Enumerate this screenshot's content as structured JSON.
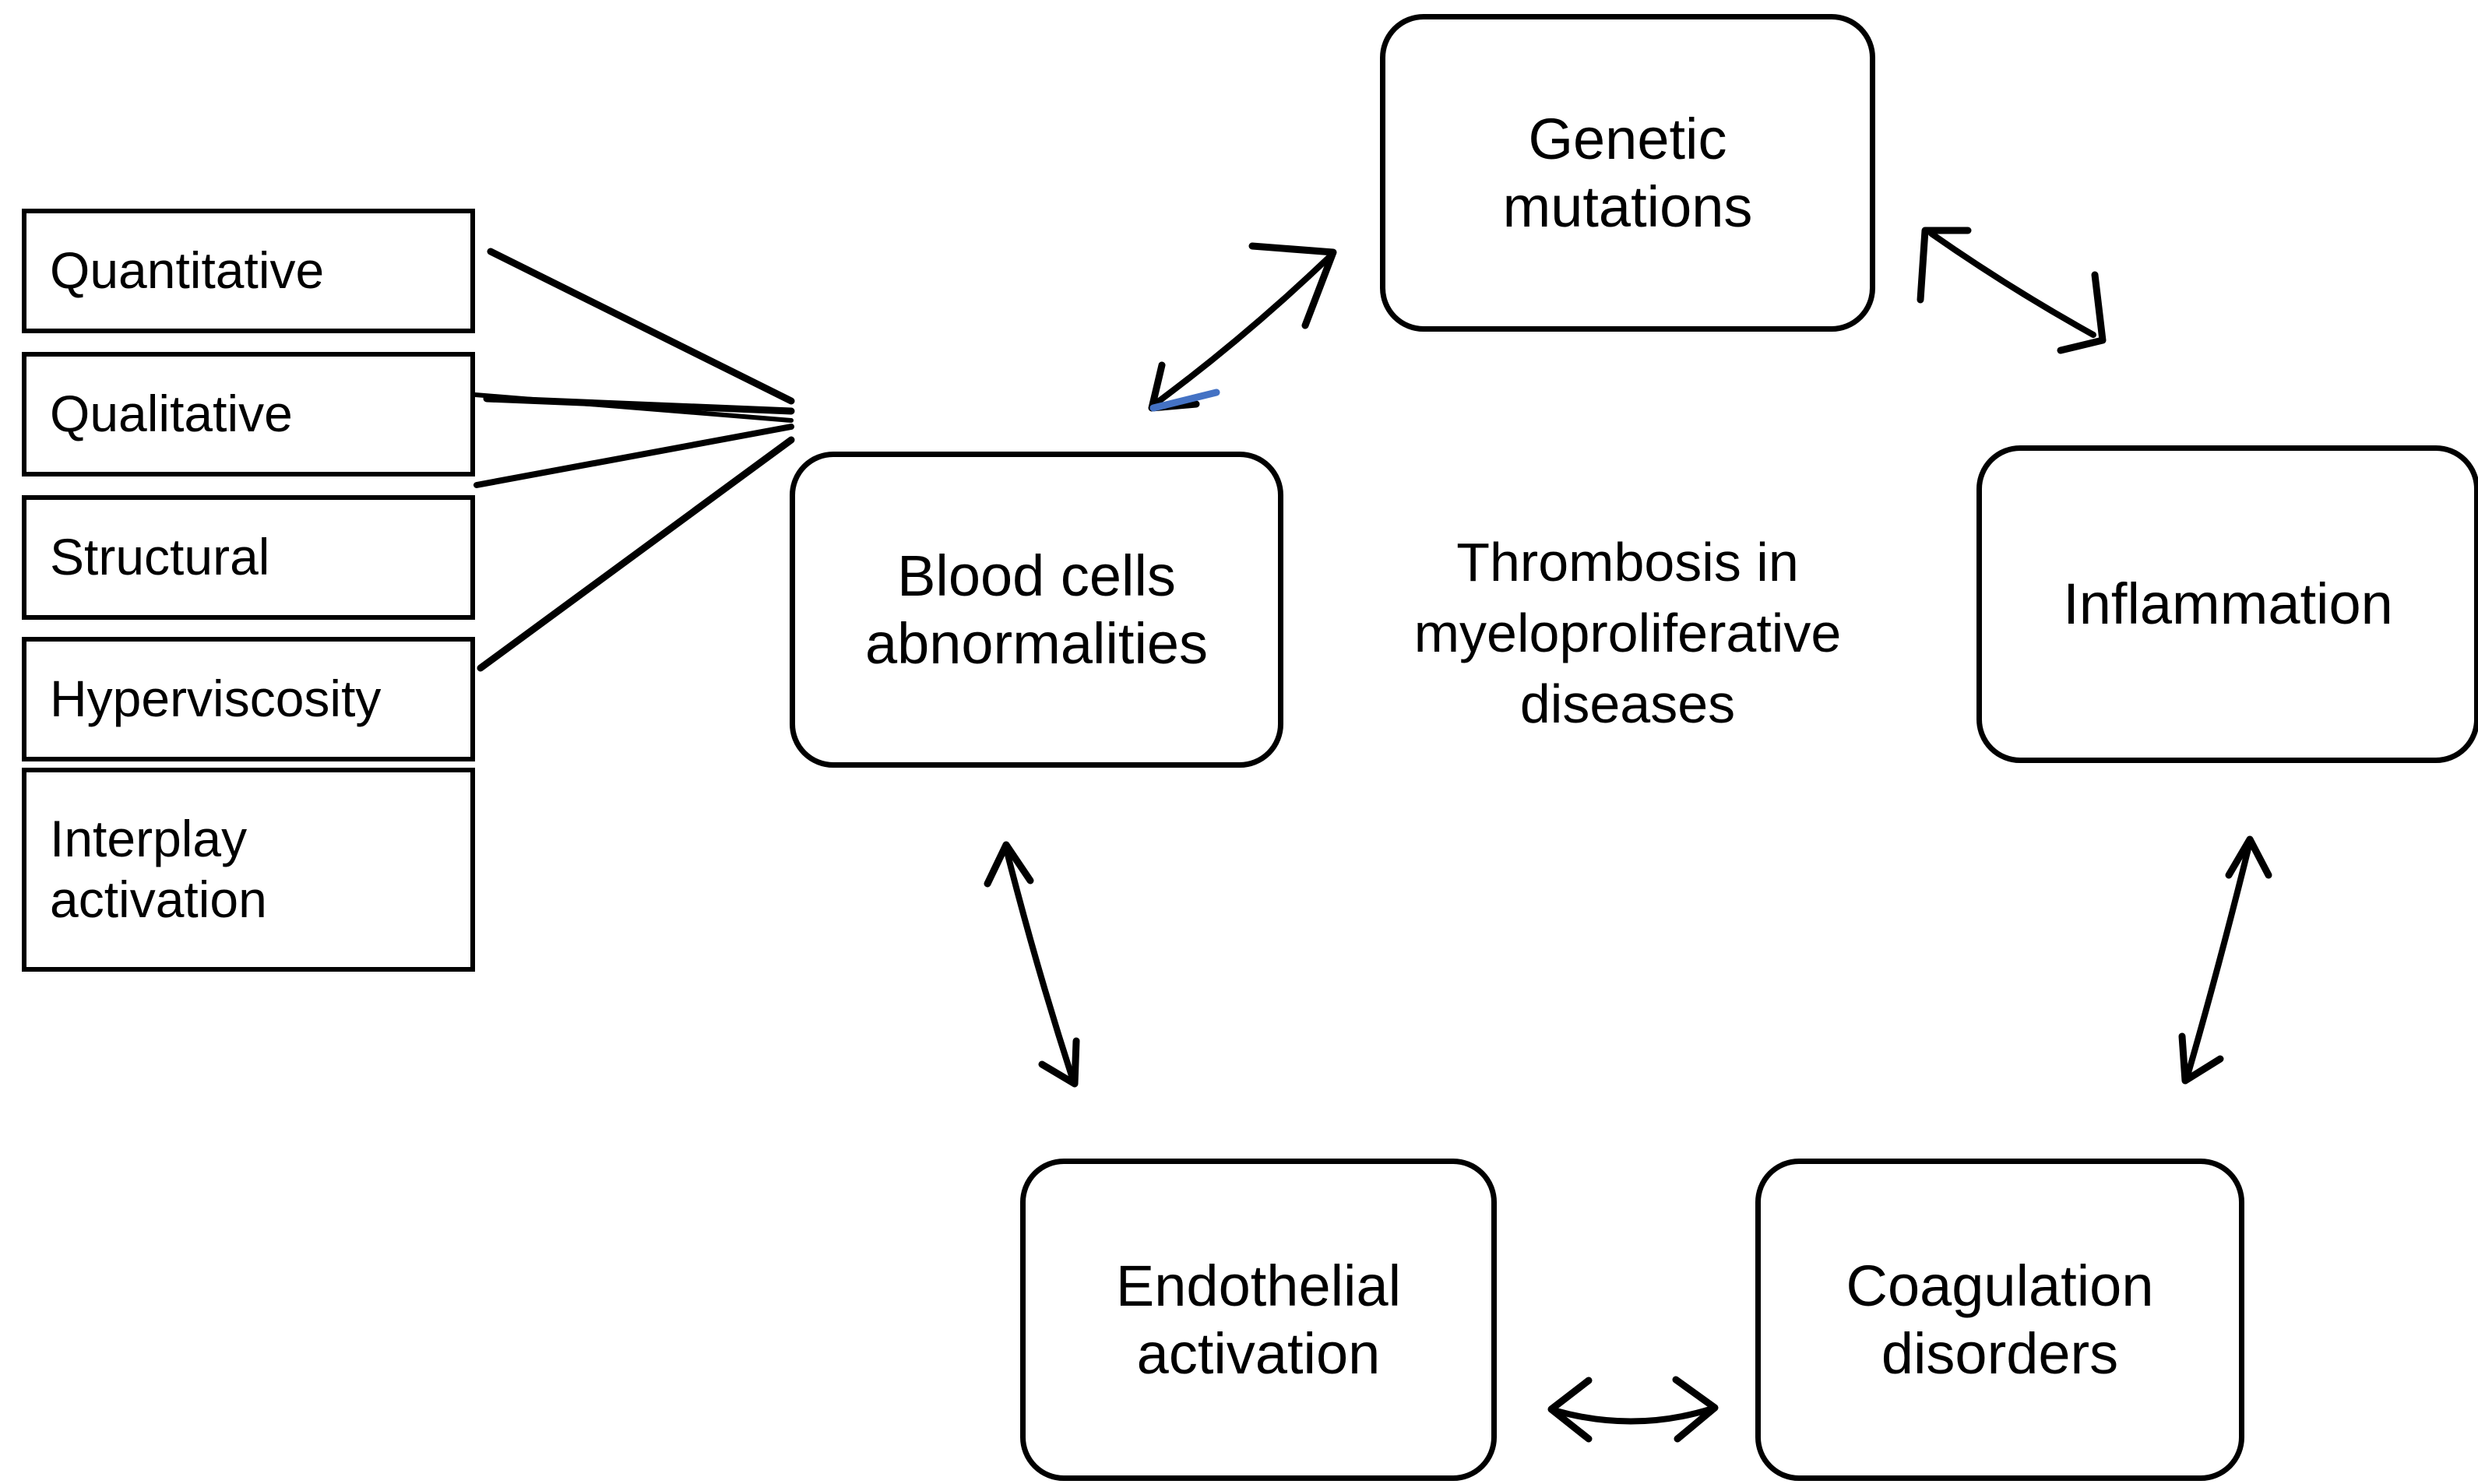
{
  "diagram": {
    "title": "Thrombosis in myeloproliferative diseases",
    "center_caption": "Thrombosis in\nmyeloproliferative\ndiseases",
    "background_color": "#ffffff",
    "stroke_color": "#000000",
    "accent_color": "#4472C4",
    "type": "cycle-with-contributing-factors"
  },
  "cycle_nodes": [
    {
      "id": "genetic-mutations",
      "label": "Genetic\nmutations",
      "shape": "rounded-rectangle"
    },
    {
      "id": "inflammation",
      "label": "Inflammation",
      "shape": "rounded-rectangle"
    },
    {
      "id": "coagulation-disorders",
      "label": "Coagulation\ndisorders",
      "shape": "rounded-rectangle"
    },
    {
      "id": "endothelial-activation",
      "label": "Endothelial\nactivation",
      "shape": "rounded-rectangle"
    },
    {
      "id": "blood-cells-abnormalities",
      "label": "Blood cells\nabnormalities",
      "shape": "rounded-rectangle"
    }
  ],
  "factor_nodes": [
    {
      "id": "quantitative",
      "label": "Quantitative",
      "shape": "rectangle"
    },
    {
      "id": "qualitative",
      "label": "Qualitative",
      "shape": "rectangle"
    },
    {
      "id": "structural",
      "label": "Structural",
      "shape": "rectangle"
    },
    {
      "id": "hyperviscosity",
      "label": "Hyperviscosity",
      "shape": "rectangle"
    },
    {
      "id": "interplay-activation",
      "label": "Interplay\nactivation",
      "shape": "rectangle"
    }
  ],
  "connectors": [
    {
      "from": "blood-cells-abnormalities",
      "to": "genetic-mutations",
      "style": "double-arrow-curved"
    },
    {
      "from": "genetic-mutations",
      "to": "inflammation",
      "style": "double-arrow-curved"
    },
    {
      "from": "inflammation",
      "to": "coagulation-disorders",
      "style": "double-arrow-curved"
    },
    {
      "from": "coagulation-disorders",
      "to": "endothelial-activation",
      "style": "double-arrow-curved"
    },
    {
      "from": "endothelial-activation",
      "to": "blood-cells-abnormalities",
      "style": "double-arrow-curved"
    },
    {
      "from": "quantitative",
      "to": "blood-cells-abnormalities",
      "style": "plain-line"
    },
    {
      "from": "qualitative",
      "to": "blood-cells-abnormalities",
      "style": "plain-line"
    },
    {
      "from": "structural",
      "to": "blood-cells-abnormalities",
      "style": "plain-line"
    },
    {
      "from": "hyperviscosity",
      "to": "blood-cells-abnormalities",
      "style": "plain-line"
    },
    {
      "from": "interplay-activation",
      "to": "blood-cells-abnormalities",
      "style": "plain-line"
    }
  ]
}
